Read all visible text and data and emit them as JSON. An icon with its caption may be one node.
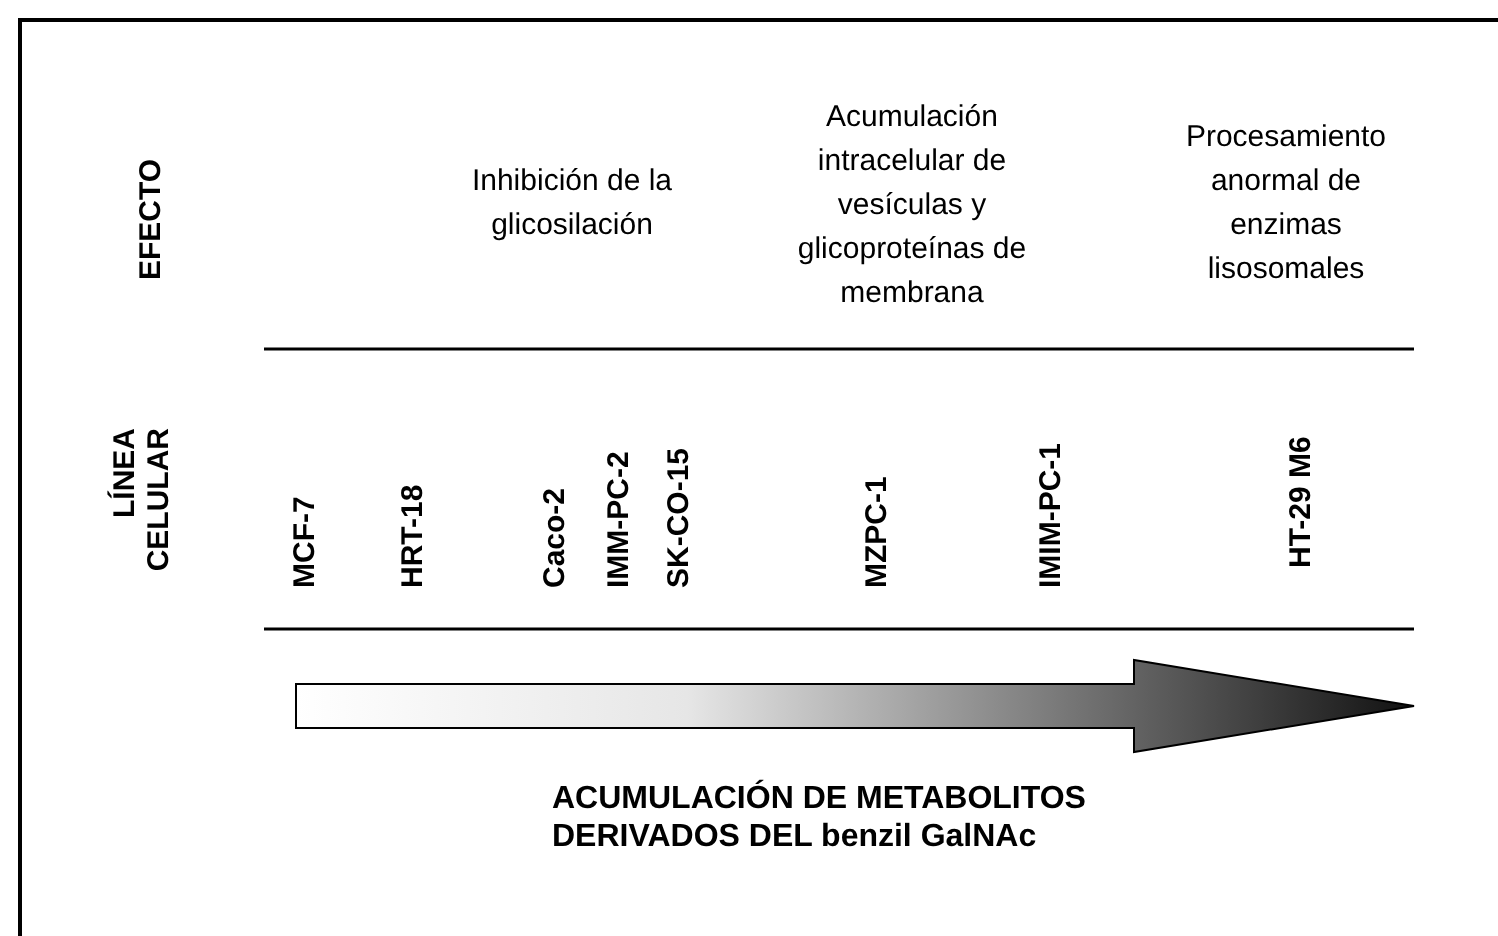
{
  "diagram": {
    "labels": [
      "EFECTO",
      "Inhibición de la glicosilación",
      "Acumulación intracelular de vesículas y glicoproteínas de membrana",
      "Procesamiento anormal de enzimas lisosomales",
      "LÍNEA CELULAR",
      "MCF-7",
      "HRT-18",
      "Caco-2",
      "IMM-PC-2",
      "SK-CO-15",
      "MZPC-1",
      "IMIM-PC-1",
      "HT-29 M6",
      "ACUMULACIÓN DE METABOLITOS DERIVADOS DEL benzil GalNAc"
    ]
  }
}
